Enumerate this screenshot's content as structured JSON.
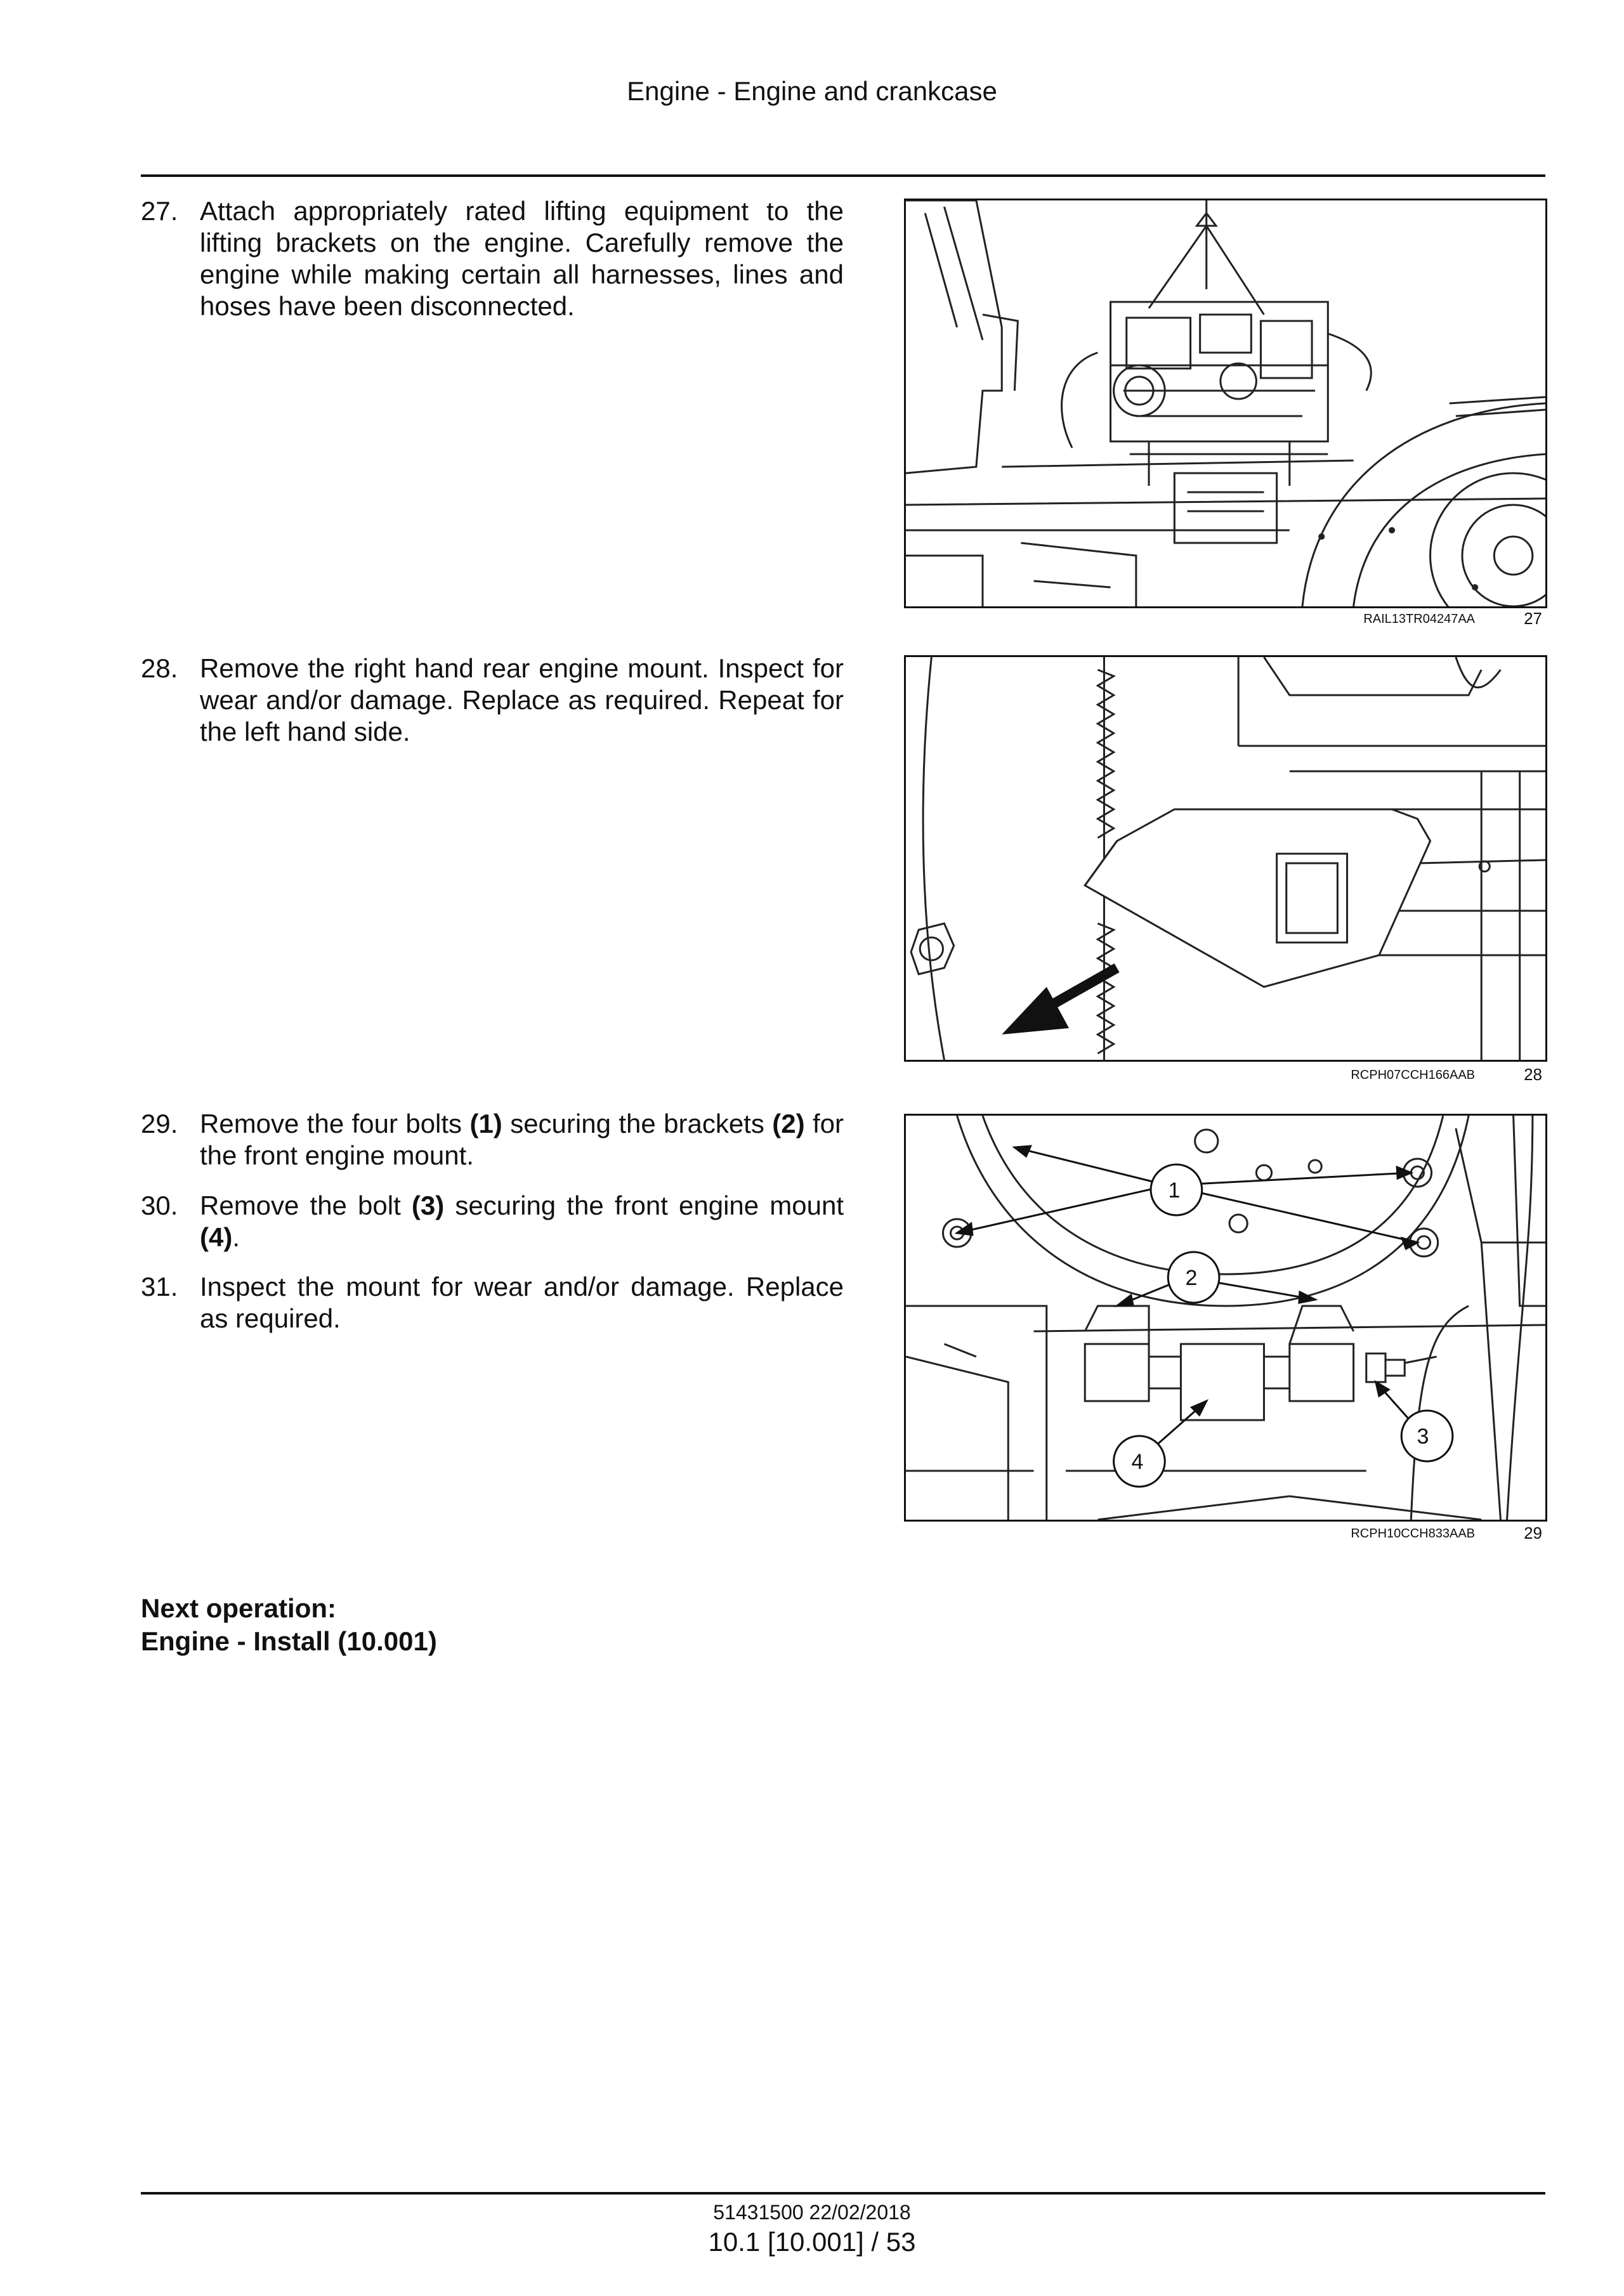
{
  "header": {
    "title": "Engine - Engine and crankcase"
  },
  "steps": [
    {
      "number": "27.",
      "text": "Attach appropriately rated lifting equipment to the lifting brackets on the engine.  Carefully remove the engine while making certain all harnesses, lines and hoses have been disconnected."
    },
    {
      "number": "28.",
      "text": "Remove the right hand rear engine mount. Inspect for wear and/or damage.  Replace as required.  Repeat for the left hand side."
    },
    {
      "number": "29.",
      "text_a": "Remove the four bolts ",
      "bold_a": "(1)",
      "text_b": " securing the brackets ",
      "bold_b": "(2)",
      "text_c": " for the front engine mount."
    },
    {
      "number": "30.",
      "text_a": "Remove the bolt ",
      "bold_a": "(3)",
      "text_b": " securing the front engine mount ",
      "bold_b": "(4)",
      "text_c": "."
    },
    {
      "number": "31.",
      "text": "Inspect the mount for wear and/or damage.  Replace as required."
    }
  ],
  "figures": [
    {
      "code": "RAIL13TR04247AA",
      "number": "27"
    },
    {
      "code": "RCPH07CCH166AAB",
      "number": "28"
    },
    {
      "code": "RCPH10CCH833AAB",
      "number": "29",
      "callouts": [
        "1",
        "2",
        "3",
        "4"
      ]
    }
  ],
  "next_operation": {
    "heading": "Next operation:",
    "link": "Engine - Install (10.001)"
  },
  "footer": {
    "doc_ref": "51431500 22/02/2018",
    "page_ref": "10.1 [10.001] / 53"
  }
}
